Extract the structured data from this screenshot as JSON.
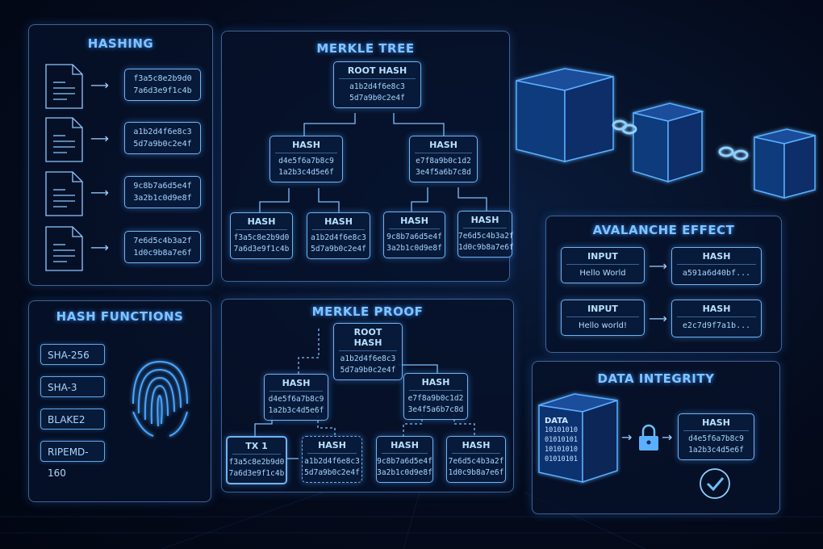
{
  "hashing": {
    "title": "HASHING",
    "rows": [
      {
        "l1": "f3a5c8e2b9d0",
        "l2": "7a6d3e9f1c4b"
      },
      {
        "l1": "a1b2d4f6e8c3",
        "l2": "5d7a9b0c2e4f"
      },
      {
        "l1": "9c8b7a6d5e4f",
        "l2": "3a2b1c0d9e8f"
      },
      {
        "l1": "7e6d5c4b3a2f",
        "l2": "1d0c9b8a7e6f"
      }
    ]
  },
  "hash_functions": {
    "title": "HASH FUNCTIONS",
    "items": [
      "SHA-256",
      "SHA-3",
      "BLAKE2",
      "RIPEMD-160"
    ]
  },
  "merkle_tree": {
    "title": "MERKLE TREE",
    "root": {
      "label": "ROOT HASH",
      "l1": "a1b2d4f6e8c3",
      "l2": "5d7a9b0c2e4f"
    },
    "mid": [
      {
        "label": "HASH",
        "l1": "d4e5f6a7b8c9",
        "l2": "1a2b3c4d5e6f"
      },
      {
        "label": "HASH",
        "l1": "e7f8a9b0c1d2",
        "l2": "3e4f5a6b7c8d"
      }
    ],
    "leaves": [
      {
        "label": "HASH",
        "l1": "f3a5c8e2b9d0",
        "l2": "7a6d3e9f1c4b"
      },
      {
        "label": "HASH",
        "l1": "a1b2d4f6e8c3",
        "l2": "5d7a9b0c2e4f"
      },
      {
        "label": "HASH",
        "l1": "9c8b7a6d5e4f",
        "l2": "3a2b1c0d9e8f"
      },
      {
        "label": "HASH",
        "l1": "7e6d5c4b3a2f",
        "l2": "1d0c9b8a7e6f"
      }
    ]
  },
  "merkle_proof": {
    "title": "MERKLE PROOF",
    "root": {
      "label": "ROOT HASH",
      "l1": "a1b2d4f6e8c3",
      "l2": "5d7a9b0c2e4f"
    },
    "mid": [
      {
        "label": "HASH",
        "l1": "d4e5f6a7b8c9",
        "l2": "1a2b3c4d5e6f"
      },
      {
        "label": "HASH",
        "l1": "e7f8a9b0c1d2",
        "l2": "3e4f5a6b7c8d"
      }
    ],
    "leaves": [
      {
        "label": "TX 1",
        "l1": "f3a5c8e2b9d0",
        "l2": "7a6d3e9f1c4b"
      },
      {
        "label": "HASH",
        "l1": "a1b2d4f6e8c3",
        "l2": "5d7a9b0c2e4f"
      },
      {
        "label": "HASH",
        "l1": "9c8b7a6d5e4f",
        "l2": "3a2b1c0d9e8f"
      },
      {
        "label": "HASH",
        "l1": "7e6d5c4b3a2f",
        "l2": "1d0c9b8a7e6f"
      }
    ]
  },
  "avalanche": {
    "title": "AVALANCHE EFFECT",
    "rows": [
      {
        "in_label": "INPUT",
        "input": "Hello World",
        "out_label": "HASH",
        "hash": "a591a6d40bf..."
      },
      {
        "in_label": "INPUT",
        "input": "Hello world!",
        "out_label": "HASH",
        "hash": "e2c7d9f7a1b..."
      }
    ]
  },
  "integrity": {
    "title": "DATA INTEGRITY",
    "data_label": "DATA",
    "bits": [
      "10101010",
      "01010101",
      "10101010",
      "01010101"
    ],
    "hash": {
      "label": "HASH",
      "l1": "d4e5f6a7b8c9",
      "l2": "1a2b3c4d5e6f"
    }
  }
}
